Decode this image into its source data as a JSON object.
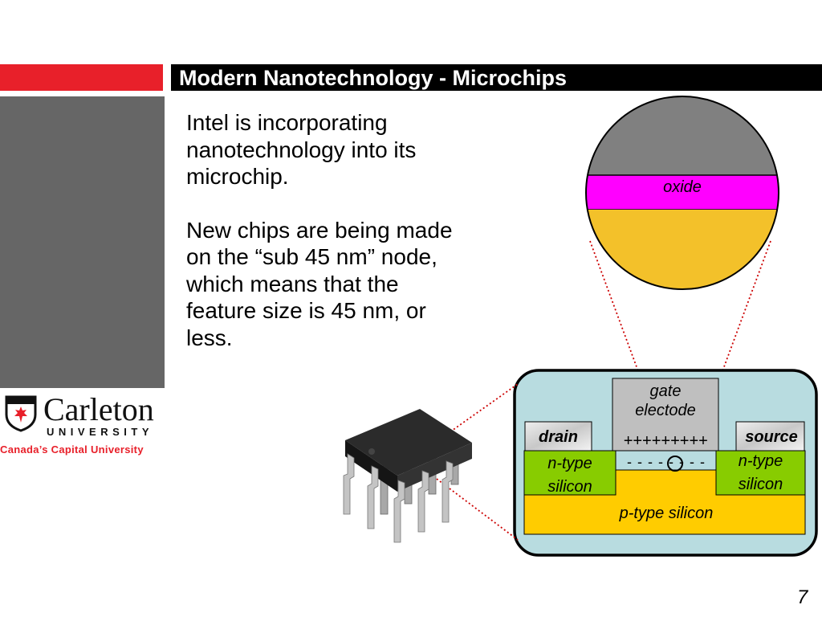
{
  "header": {
    "title": "Modern Nanotechnology - Microchips"
  },
  "logo": {
    "name": "Carleton",
    "sub": "UNIVERSITY",
    "tagline": "Canada’s Capital University"
  },
  "body": {
    "paragraph1": "Intel is incorporating\nnanotechnology into its\nmicrochip.",
    "paragraph2": "New chips are being made\non the “sub 45 nm” node,\nwhich means that the\nfeature size is 45 nm, or\nless."
  },
  "diagram": {
    "oxide_label": "oxide",
    "gate_label": "gate\nelectode",
    "gate_charges": "+++++++++",
    "channel_charges": "- - - - - - - -",
    "drain_label": "drain",
    "source_label": "source",
    "n_type_left": "n-type\nsilicon",
    "n_type_right": "n-type\nsilicon",
    "p_type": "p-type silicon",
    "colors": {
      "oxide": "#ff00ff",
      "gate": "#808080",
      "silicon_p": "#ffcc00",
      "silicon_n": "#88cc00",
      "panel_bg": "#b8dce0",
      "leader": "#cc0000"
    }
  },
  "footer": {
    "slide_number": "7"
  }
}
